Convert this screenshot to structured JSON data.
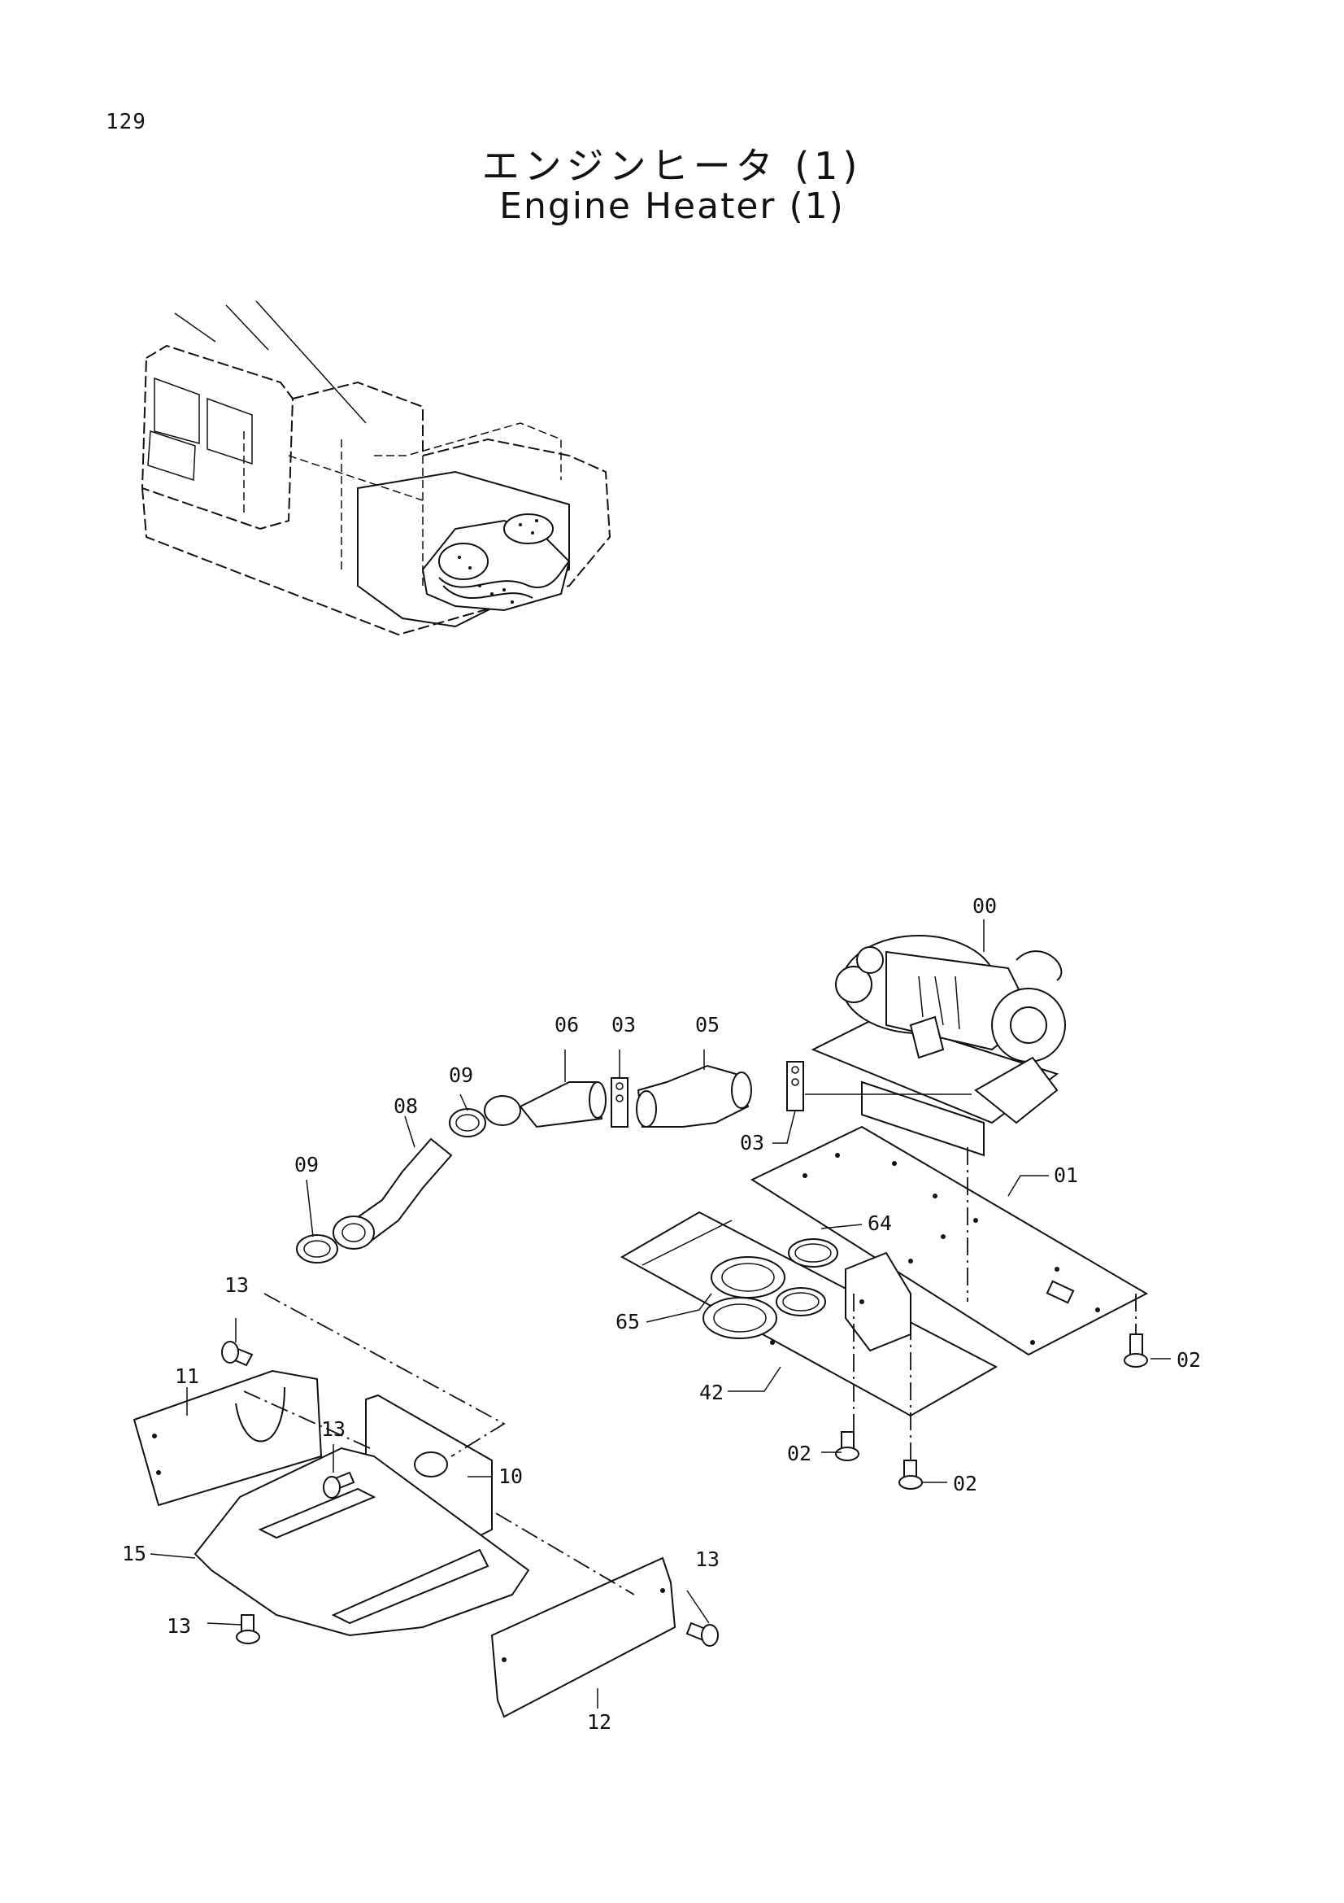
{
  "page": {
    "number": "129"
  },
  "title": {
    "japanese": "エンジンヒータ (1)",
    "english": "Engine Heater (1)"
  },
  "overview": {
    "figure": "excavator-overview"
  },
  "diagram": {
    "callouts": [
      {
        "id": "00",
        "text": "00"
      },
      {
        "id": "01",
        "text": "01"
      },
      {
        "id": "02a",
        "text": "02"
      },
      {
        "id": "02b",
        "text": "02"
      },
      {
        "id": "02c",
        "text": "02"
      },
      {
        "id": "03a",
        "text": "03"
      },
      {
        "id": "03b",
        "text": "03"
      },
      {
        "id": "05",
        "text": "05"
      },
      {
        "id": "06",
        "text": "06"
      },
      {
        "id": "08",
        "text": "08"
      },
      {
        "id": "09a",
        "text": "09"
      },
      {
        "id": "09b",
        "text": "09"
      },
      {
        "id": "10",
        "text": "10"
      },
      {
        "id": "11",
        "text": "11"
      },
      {
        "id": "12",
        "text": "12"
      },
      {
        "id": "13a",
        "text": "13"
      },
      {
        "id": "13b",
        "text": "13"
      },
      {
        "id": "13c",
        "text": "13"
      },
      {
        "id": "13d",
        "text": "13"
      },
      {
        "id": "15",
        "text": "15"
      },
      {
        "id": "42",
        "text": "42"
      },
      {
        "id": "64",
        "text": "64"
      },
      {
        "id": "65",
        "text": "65"
      }
    ]
  }
}
